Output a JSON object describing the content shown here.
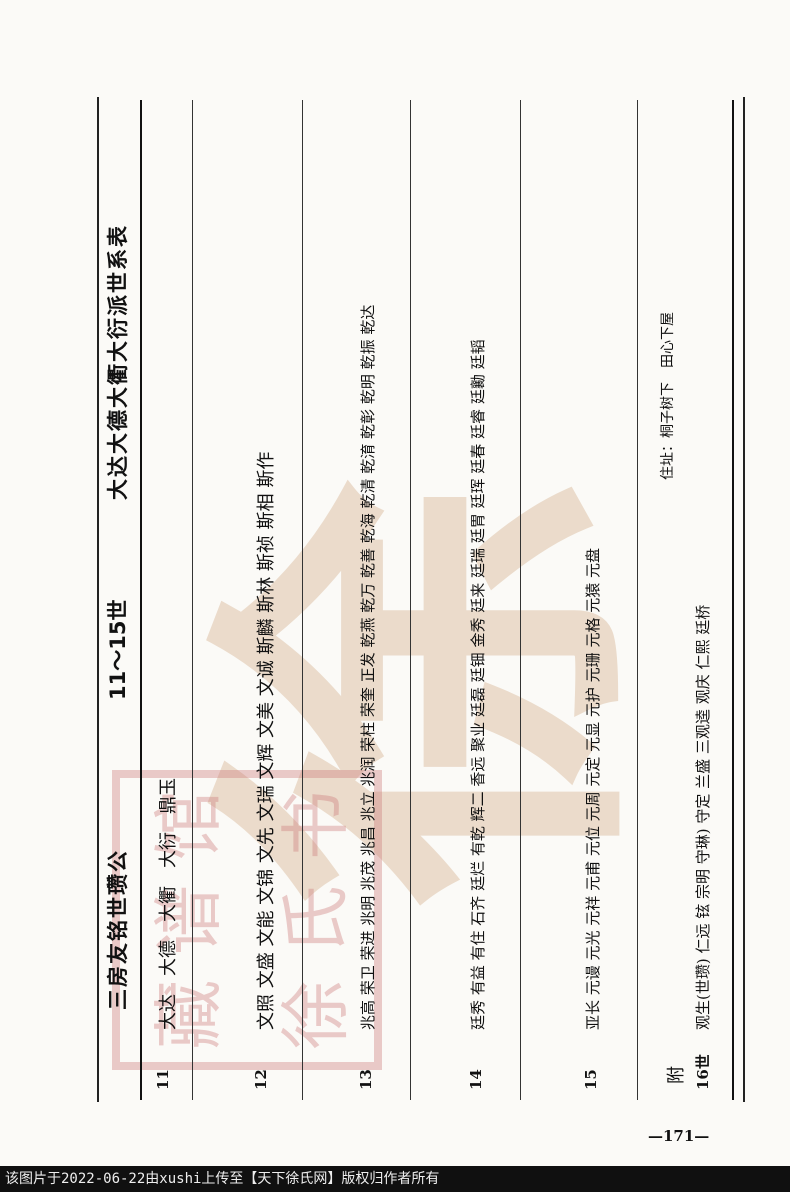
{
  "document": {
    "title_left": "三房友铭世瓒公",
    "title_mid": "11～15世",
    "title_right": "大达大德大衢大衍派世系表"
  },
  "generations": [
    {
      "label": "11",
      "names": "大达　大德　大衢　大衍　鼎玉"
    },
    {
      "label": "12",
      "names": "文照 文盛 文能 文锦 文先 文瑞 文辉 文美 文诚 斯麟 斯林 斯祯 斯相 斯作"
    },
    {
      "label": "13",
      "names": "兆高 荣卫 荣进 兆明 兆茂 兆昌 兆立 兆润 荣柱 荣奎 正发 乾燕 乾万 乾善 乾海 乾清 乾淯 乾彰 乾明 乾振 乾达"
    },
    {
      "label": "14",
      "names": "廷秀 有益 有住 石齐 廷烂 有乾 辉二 香远 聚业 廷磊 廷钿 金秀 廷来 廷瑞 廷胃 廷珲 廷春 廷睿 廷勷 廷韬"
    },
    {
      "label": "15",
      "names": "亚长 元谩 元光 元祥 元甫 元位 元周 元定 元显 元护 元珊 元格 元猿 元盘"
    }
  ],
  "appendix": {
    "label": "附",
    "gen_label": "16世",
    "names": "观生(世瓒) 仁远 铉 宗明 守琳) 守定 兰盛 三观逵 观庆 仁熙 廷桥"
  },
  "address": "住址：桐子树下　田心下屋",
  "page_number": "—171—",
  "footer_text": "该图片于2022-06-22由xushi上传至【天下徐氏网】版权归作者所有",
  "seal_text": [
    "藏",
    "谱",
    "馆",
    "徐",
    "氏",
    "书"
  ],
  "watermark_char": "徐",
  "colors": {
    "seal": "#cd7878",
    "watermark": "#d4b08e"
  }
}
